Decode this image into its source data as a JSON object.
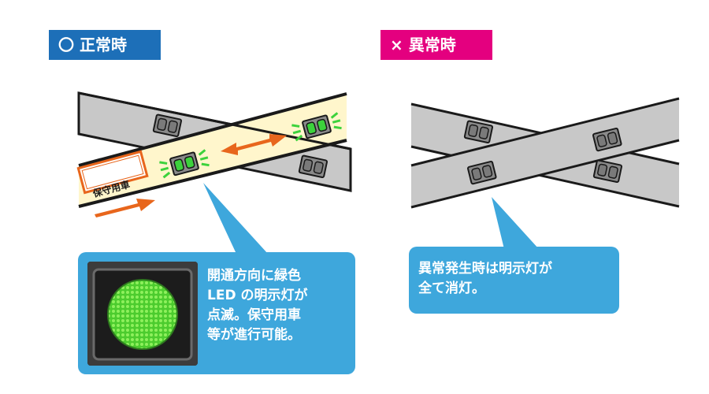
{
  "normal": {
    "badge": "〇 正常時",
    "vehicle_label": "保守用車",
    "callout": [
      "開通方向に緑色",
      "LED の明示灯が",
      "点滅。保守用車",
      "等が進行可能。"
    ]
  },
  "abnormal": {
    "badge": "× 異常時",
    "callout": [
      "異常発生時は明示灯が",
      "全て消灯。"
    ]
  },
  "colors": {
    "badge_normal": "#1d6fb8",
    "badge_abnormal": "#e4007f",
    "callout": "#3ea7dc",
    "track": "#c8c8c8",
    "track_highlight": "#fff6cc",
    "lamp_on": "#3cd23c",
    "arrow": "#e8661c"
  }
}
